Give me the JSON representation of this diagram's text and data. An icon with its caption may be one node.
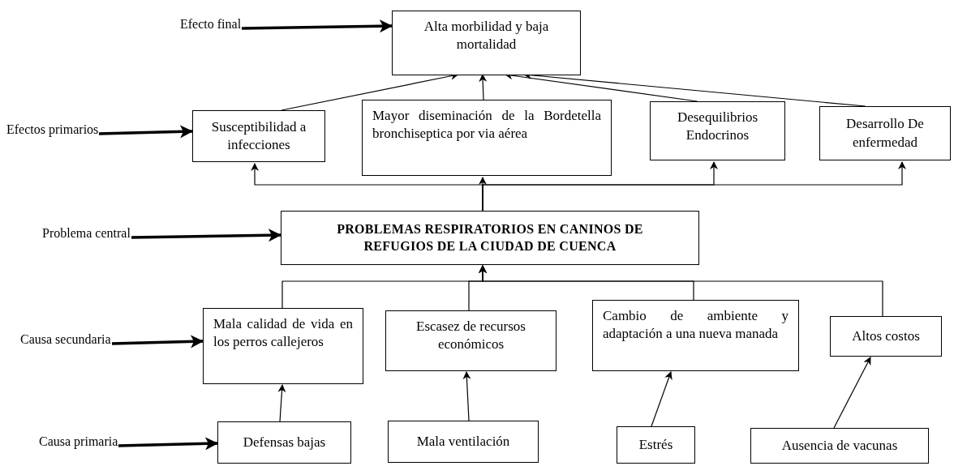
{
  "diagram": {
    "nodes": [
      {
        "text": [
          "Efecto final"
        ]
      },
      {
        "text": [
          "Alta morbilidad y baja mortalidad"
        ]
      },
      {
        "text": [
          "Efectos primarios"
        ]
      },
      {
        "text": [
          "Susceptibilidad a infecciones"
        ]
      },
      {
        "text": [
          "Mayor diseminación de la Bordetella bronchiseptica por via aérea"
        ]
      },
      {
        "text": [
          "Desequilibrios Endocrinos"
        ]
      },
      {
        "text": [
          "Desarrollo De enfermedad"
        ]
      },
      {
        "text": [
          "Problema central"
        ]
      },
      {
        "text": [
          "PROBLEMAS RESPIRATORIOS EN CANINOS DE REFUGIOS DE LA CIUDAD DE CUENCA"
        ]
      },
      {
        "text": [
          "Causa secundaria"
        ]
      },
      {
        "text": [
          "Mala calidad de vida en los perros callejeros"
        ]
      },
      {
        "text": [
          "Escasez de recursos económicos"
        ]
      },
      {
        "text": [
          "Cambio de ambiente y adaptación a una nueva manada"
        ]
      },
      {
        "text": [
          "Altos costos"
        ]
      },
      {
        "text": [
          "Causa primaria"
        ]
      },
      {
        "text": [
          "Defensas bajas"
        ]
      },
      {
        "text": [
          "Mala ventilación"
        ]
      },
      {
        "text": [
          "Estrés"
        ]
      },
      {
        "text": [
          "Ausencia de vacunas"
        ]
      }
    ],
    "edges": [
      {
        "from": 0,
        "to": 1,
        "arrow": "to",
        "style": "thick"
      },
      {
        "from": 3,
        "to": 1,
        "arrow": "to"
      },
      {
        "from": 4,
        "to": 1,
        "arrow": "to"
      },
      {
        "from": 5,
        "to": 1,
        "arrow": "to"
      },
      {
        "from": 6,
        "to": 1,
        "arrow": "to"
      },
      {
        "from": 2,
        "to": 3,
        "arrow": "to",
        "style": "thick"
      },
      {
        "from": 8,
        "to": 3,
        "arrow": "to"
      },
      {
        "from": 8,
        "to": 4,
        "arrow": "to"
      },
      {
        "from": 8,
        "to": 5,
        "arrow": "to"
      },
      {
        "from": 8,
        "to": 6,
        "arrow": "to"
      },
      {
        "from": 7,
        "to": 8,
        "arrow": "to",
        "style": "thick"
      },
      {
        "from": 10,
        "to": 8,
        "arrow": "to"
      },
      {
        "from": 11,
        "to": 8,
        "arrow": "to"
      },
      {
        "from": 12,
        "to": 8,
        "arrow": "to"
      },
      {
        "from": 13,
        "to": 8,
        "arrow": "to"
      },
      {
        "from": 9,
        "to": 10,
        "arrow": "to",
        "style": "thick"
      },
      {
        "from": 14,
        "to": 15,
        "arrow": "to",
        "style": "thick"
      },
      {
        "from": 15,
        "to": 10,
        "arrow": "to"
      },
      {
        "from": 16,
        "to": 11,
        "arrow": "to"
      },
      {
        "from": 17,
        "to": 12,
        "arrow": "to"
      },
      {
        "from": 18,
        "to": 13,
        "arrow": "to"
      }
    ]
  }
}
